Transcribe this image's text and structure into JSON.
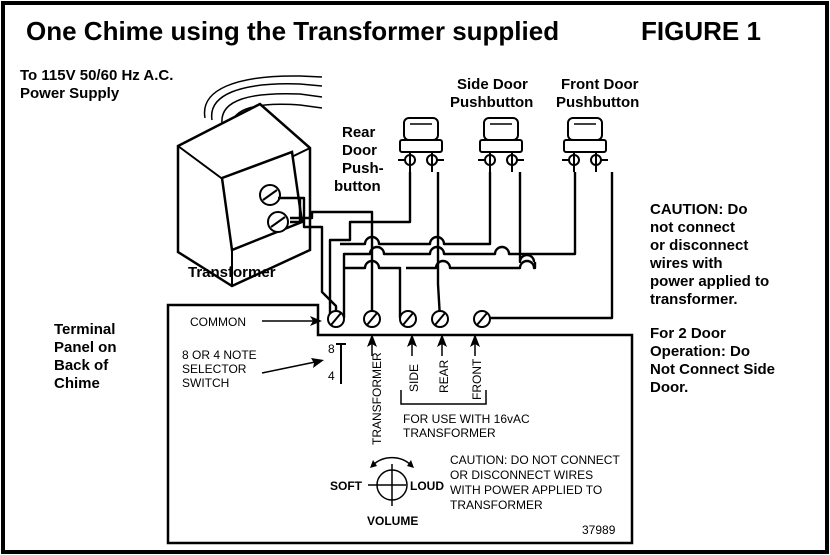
{
  "figure": {
    "title": "One Chime using the Transformer supplied",
    "figure_label": "FIGURE 1",
    "power_supply": [
      "To 115V 50/60 Hz A.C.",
      "Power Supply"
    ],
    "transformer_label": "Transformer",
    "rear_door": [
      "Rear",
      "Door",
      "Push-",
      "button"
    ],
    "side_door": [
      "Side Door",
      "Pushbutton"
    ],
    "front_door": [
      "Front Door",
      "Pushbutton"
    ],
    "caution_right": [
      "CAUTION: Do",
      "not connect",
      "or disconnect",
      "wires with",
      "power applied to",
      "transformer."
    ],
    "two_door_note": [
      "For 2 Door",
      "Operation: Do",
      "Not Connect Side",
      "Door."
    ],
    "terminal_panel": [
      "Terminal",
      "Panel on",
      "Back of",
      "Chime"
    ],
    "common_label": "COMMON",
    "selector_label": [
      "8 OR 4 NOTE",
      "SELECTOR",
      "SWITCH"
    ],
    "selector_8": "8",
    "selector_4": "4",
    "terminal_labels": {
      "transformer": "TRANSFORMER",
      "side": "SIDE",
      "rear": "REAR",
      "front": "FRONT"
    },
    "for_use": [
      "FOR USE WITH 16vAC",
      "TRANSFORMER"
    ],
    "volume": {
      "soft": "SOFT",
      "loud": "LOUD",
      "label": "VOLUME"
    },
    "caution_panel": [
      "CAUTION: DO NOT CONNECT",
      "OR DISCONNECT WIRES",
      "WITH POWER APPLIED TO",
      "TRANSFORMER"
    ],
    "part_number": "37989"
  }
}
